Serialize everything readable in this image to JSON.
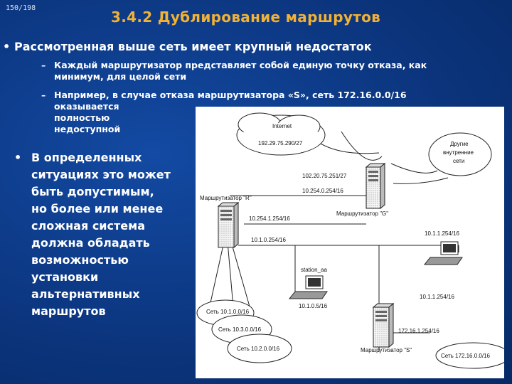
{
  "page_number": "150/198",
  "title": "3.4.2 Дублирование маршрутов",
  "bullet1": "Рассмотренная выше сеть имеет крупный недостаток",
  "sub1": [
    "Каждый маршрутизатор представляет собой единую точку отказа, как",
    "минимум, для целой сети"
  ],
  "sub2": [
    "Например, в случае отказа маршрутизатора «S», сеть 172.16.0.0/16",
    "оказывается",
    "полностью",
    "недоступной"
  ],
  "bullet2": [
    "В определенных",
    "ситуациях это может",
    "быть допустимым,",
    "но более или менее",
    "сложная система",
    "должна обладать",
    "возможностью",
    "установки",
    "альтернативных",
    "маршрутов"
  ],
  "diagram": {
    "internet_label": "Internet",
    "internet_ip": "192.29.75.290/27",
    "other_networks": [
      "Другие",
      "внутренние",
      "сети"
    ],
    "g_ip1": "102.20.75.251/27",
    "g_ip2": "10.254.0.254/16",
    "router_r_label": "Маршрутизатор \"R\"",
    "router_g_label": "Маршрутизатор \"G\"",
    "r_ip1": "10.254.1.254/16",
    "r_ip2": "10.1.0.254/16",
    "pc1_ip": "10.1.1.254/16",
    "station_label": "station_aa",
    "station_ip": "10.1.0.5/16",
    "s_ip1": "10.1.1.254/16",
    "s_ip2": "172.16.1.254/16",
    "router_s_label": "Маршрутизатор \"S\"",
    "net1": "Сеть 10.1.0.0/16",
    "net2": "Сеть 10.3.0.0/16",
    "net3": "Сеть 10.2.0.0/16",
    "net_s": "Сеть 172.16.0.0/16"
  }
}
